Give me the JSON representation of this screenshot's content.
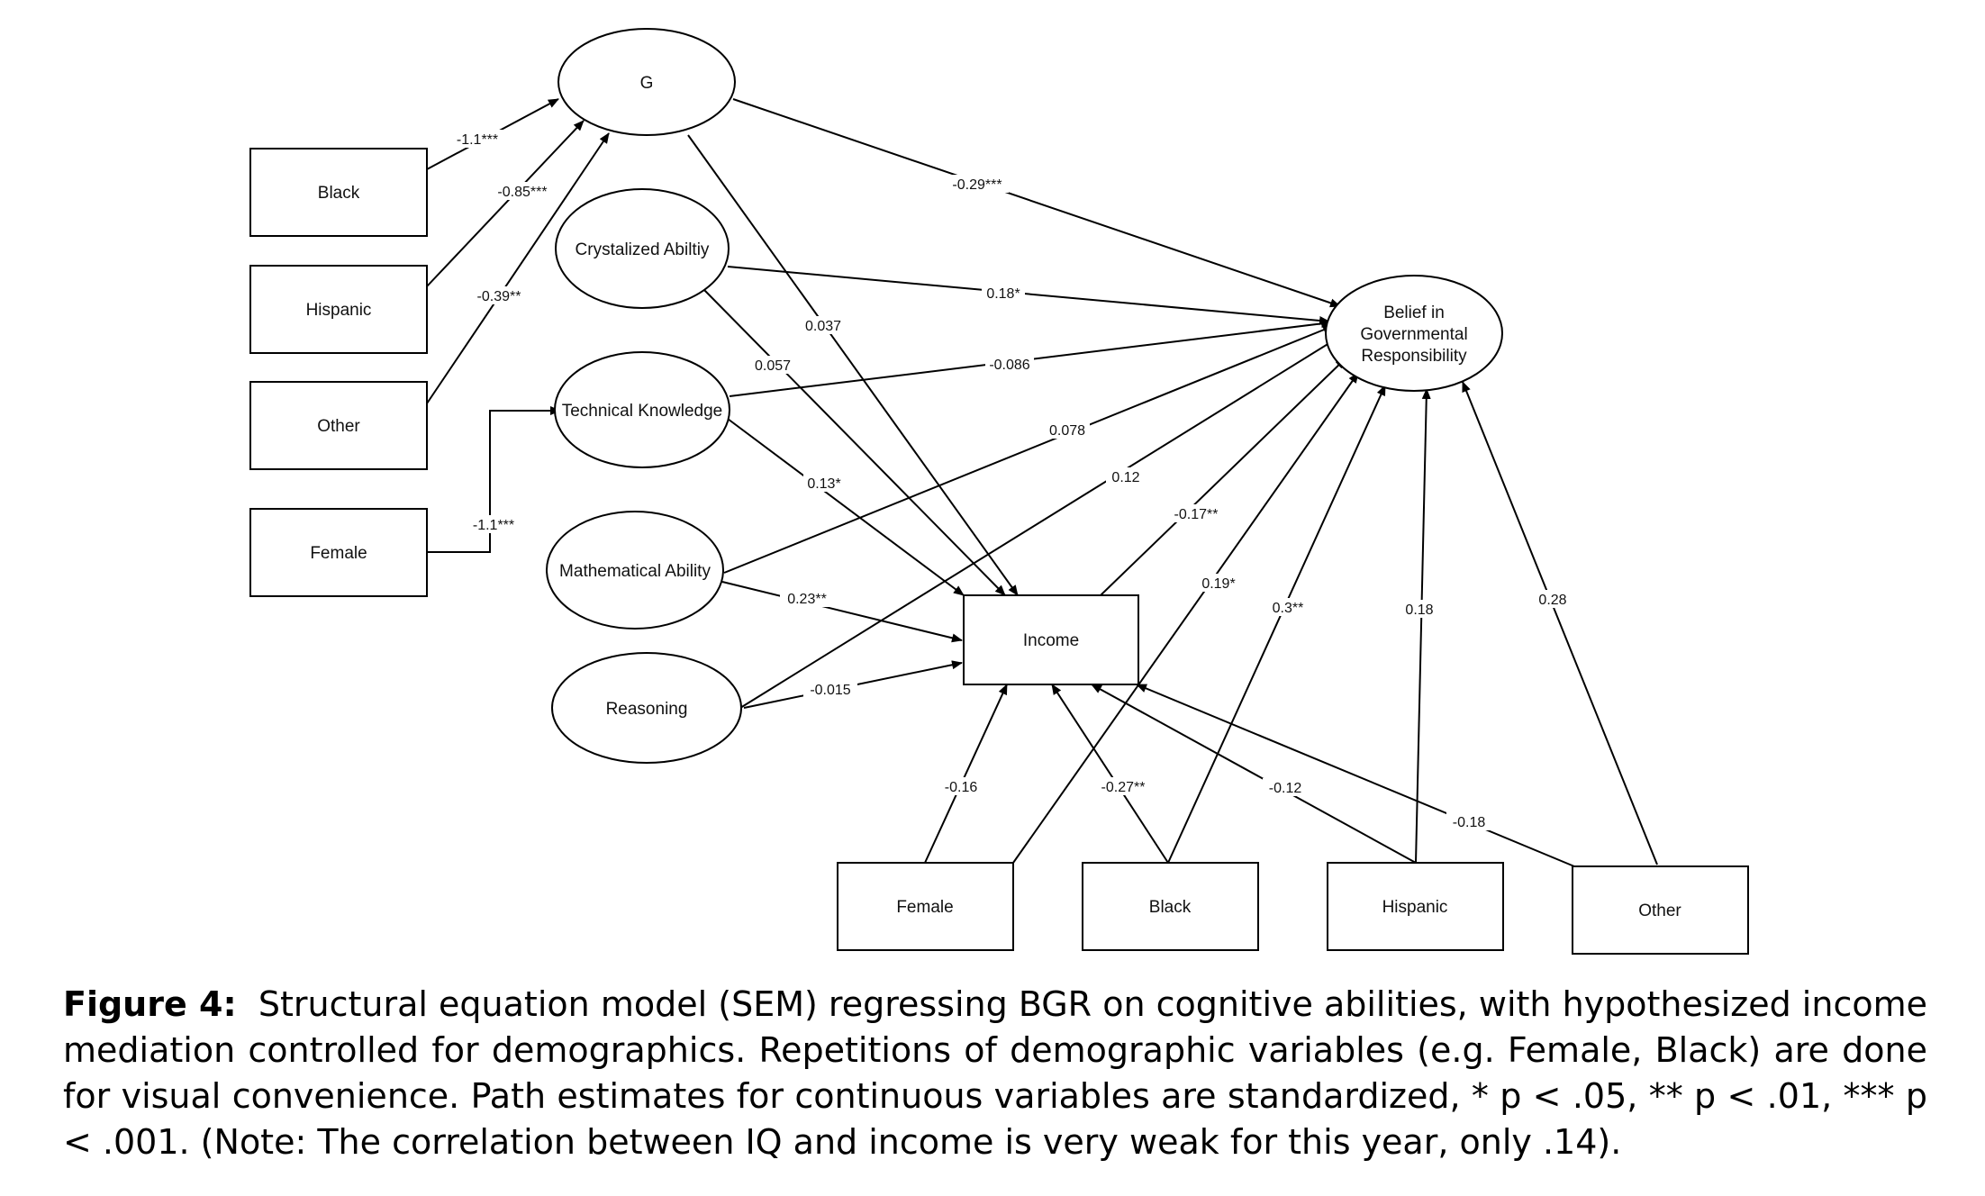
{
  "nodes": {
    "g": "G",
    "crystallized": "Crystalized Abiltiy",
    "technical": "Technical Knowledge",
    "math": "Mathematical Ability",
    "reasoning": "Reasoning",
    "bgr_1": "Belief in",
    "bgr_2": "Governmental",
    "bgr_3": "Responsibility",
    "income": "Income",
    "black_left": "Black",
    "hispanic_left": "Hispanic",
    "other_left": "Other",
    "female_left": "Female",
    "female_bottom": "Female",
    "black_bottom": "Black",
    "hispanic_bottom": "Hispanic",
    "other_bottom": "Other"
  },
  "edges": {
    "black_g": "-1.1***",
    "hispanic_g": "-0.85***",
    "other_g": "-0.39**",
    "female_technical": "-1.1***",
    "g_bgr": "-0.29***",
    "crystallized_bgr": "0.18*",
    "technical_bgr": "-0.086",
    "math_bgr": "0.078",
    "reasoning_bgr": "0.12",
    "income_bgr": "-0.17**",
    "female_bgr": "0.19*",
    "black_bgr": "0.3**",
    "hispanic_bgr": "0.18",
    "other_bgr": "0.28",
    "g_income": "0.037",
    "crystallized_income": "0.057",
    "technical_income": "0.13*",
    "math_income": "0.23**",
    "reasoning_income": "-0.015",
    "female_income": "-0.16",
    "black_income": "-0.27**",
    "hispanic_income": "-0.12",
    "other_income": "-0.18"
  },
  "caption": {
    "label": "Figure 4:",
    "text": "Structural equation model (SEM) regressing BGR on cognitive abilities, with hypothesized income mediation controlled for demographics. Repetitions of demographic variables (e.g. Female, Black) are done for visual convenience. Path estimates for continuous variables are standardized, * p < .05, ** p < .01, *** p < .001. (Note: The correlation between IQ and income is very weak for this year, only .14)."
  }
}
